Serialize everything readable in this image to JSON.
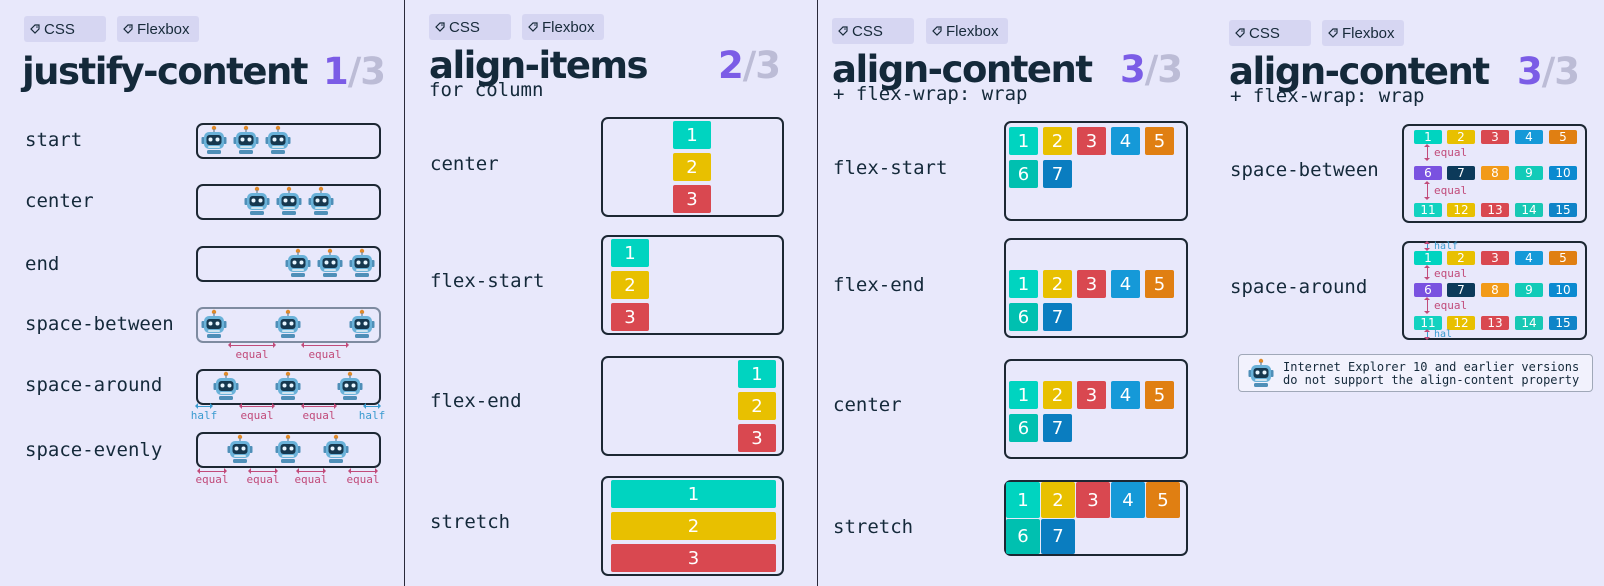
{
  "tags": {
    "css": "CSS",
    "flexbox": "Flexbox"
  },
  "colors": {
    "c1": "#00d4c0",
    "c2": "#e8c000",
    "c3": "#d94850",
    "c4": "#1599d8",
    "c5": "#e07f12",
    "c6": "#00c0b0",
    "c7": "#0a7dc0",
    "c8": "#f29a18",
    "c9": "#12cbb8",
    "c10": "#0b8ad0",
    "c11": "#12d2c0",
    "c12": "#e8c000",
    "c13": "#d94850",
    "c14": "#18c8b4",
    "c15": "#0f84c8",
    "purple": "#7a52e0",
    "navy": "#0c3a5a"
  },
  "panel1": {
    "title": "justify-content",
    "step_current": "1",
    "step_rest": "/3",
    "rows": [
      {
        "label": "start"
      },
      {
        "label": "center"
      },
      {
        "label": "end"
      },
      {
        "label": "space-between",
        "gaps": [
          "equal",
          "equal"
        ]
      },
      {
        "label": "space-around",
        "gaps": [
          "half",
          "equal",
          "equal",
          "half"
        ]
      },
      {
        "label": "space-evenly",
        "gaps": [
          "equal",
          "equal",
          "equal",
          "equal"
        ]
      }
    ]
  },
  "panel2": {
    "title": "align-items",
    "subtitle": "for column",
    "step_current": "2",
    "step_rest": "/3",
    "rows": [
      {
        "label": "center"
      },
      {
        "label": "flex-start"
      },
      {
        "label": "flex-end"
      },
      {
        "label": "stretch"
      }
    ],
    "items": [
      "1",
      "2",
      "3"
    ]
  },
  "panel3": {
    "title": "align-content",
    "subtitle": "+ flex-wrap: wrap",
    "step_current": "3",
    "step_rest": "/3",
    "rows": [
      {
        "label": "flex-start"
      },
      {
        "label": "flex-end"
      },
      {
        "label": "center"
      },
      {
        "label": "stretch"
      }
    ],
    "items": [
      "1",
      "2",
      "3",
      "4",
      "5",
      "6",
      "7"
    ]
  },
  "panel4": {
    "title": "align-content",
    "subtitle": "+ flex-wrap: wrap",
    "step_current": "3",
    "step_rest": "/3",
    "rows": [
      {
        "label": "space-between",
        "gaps": [
          "equal",
          "equal"
        ]
      },
      {
        "label": "space-around",
        "gaps": [
          "half",
          "equal",
          "equal",
          "hal"
        ]
      }
    ],
    "items": [
      "1",
      "2",
      "3",
      "4",
      "5",
      "6",
      "7",
      "8",
      "9",
      "10",
      "11",
      "12",
      "13",
      "14",
      "15"
    ],
    "note": {
      "line1": "Internet Explorer 10 and earlier versions",
      "line2": "do not support the align-content property"
    }
  }
}
